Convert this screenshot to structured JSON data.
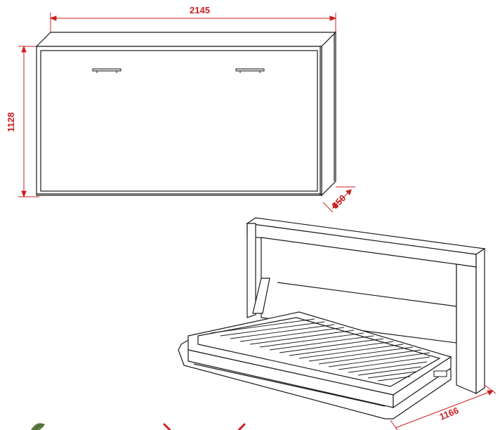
{
  "dimensions": {
    "width": "2145",
    "height": "1128",
    "depth": "350",
    "open_length": "1166"
  },
  "colors": {
    "dimension": "#cc1f1f",
    "line": "#1a1a1a",
    "green_mark": "#5f7f3f"
  }
}
